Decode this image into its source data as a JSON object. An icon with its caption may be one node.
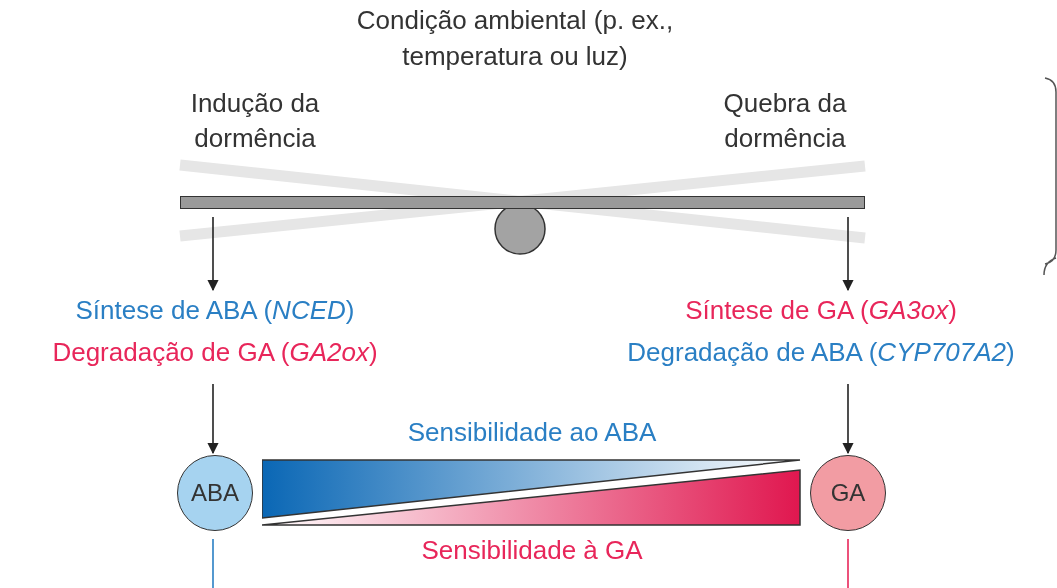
{
  "diagram": {
    "nodes": [
      {
        "text": [
          "Condição ambiental (p. ex., temperatura ou luz)"
        ]
      },
      {
        "text": [
          "Indução da dormência"
        ]
      },
      {
        "text": [
          "Quebra da dormência"
        ]
      },
      {
        "text": [],
        "shape": "bar"
      },
      {
        "text": [
          "Síntese de ABA (*NCED*)",
          "Degradação de GA (*GA2ox*)"
        ]
      },
      {
        "text": [
          "Síntese de GA (*GA3ox*)",
          "Degradação de ABA (*CYP707A2*)"
        ]
      },
      {
        "text": [
          "ABA"
        ]
      },
      {
        "text": [
          "GA"
        ]
      },
      {
        "text": [
          "Sensibilidade ao ABA"
        ]
      },
      {
        "text": [
          "Sensibilidade à GA"
        ]
      }
    ],
    "edges": [
      {
        "from": 3,
        "to": 4,
        "arrow": "to"
      },
      {
        "from": 3,
        "to": 5,
        "arrow": "to"
      },
      {
        "from": 4,
        "to": 6,
        "arrow": "to"
      },
      {
        "from": 5,
        "to": 7,
        "arrow": "to"
      },
      {
        "from": 6,
        "to": null,
        "arrow": "none",
        "color": "#2a7fc4"
      },
      {
        "from": 7,
        "to": null,
        "arrow": "none",
        "color": "#e8265a"
      }
    ]
  }
}
